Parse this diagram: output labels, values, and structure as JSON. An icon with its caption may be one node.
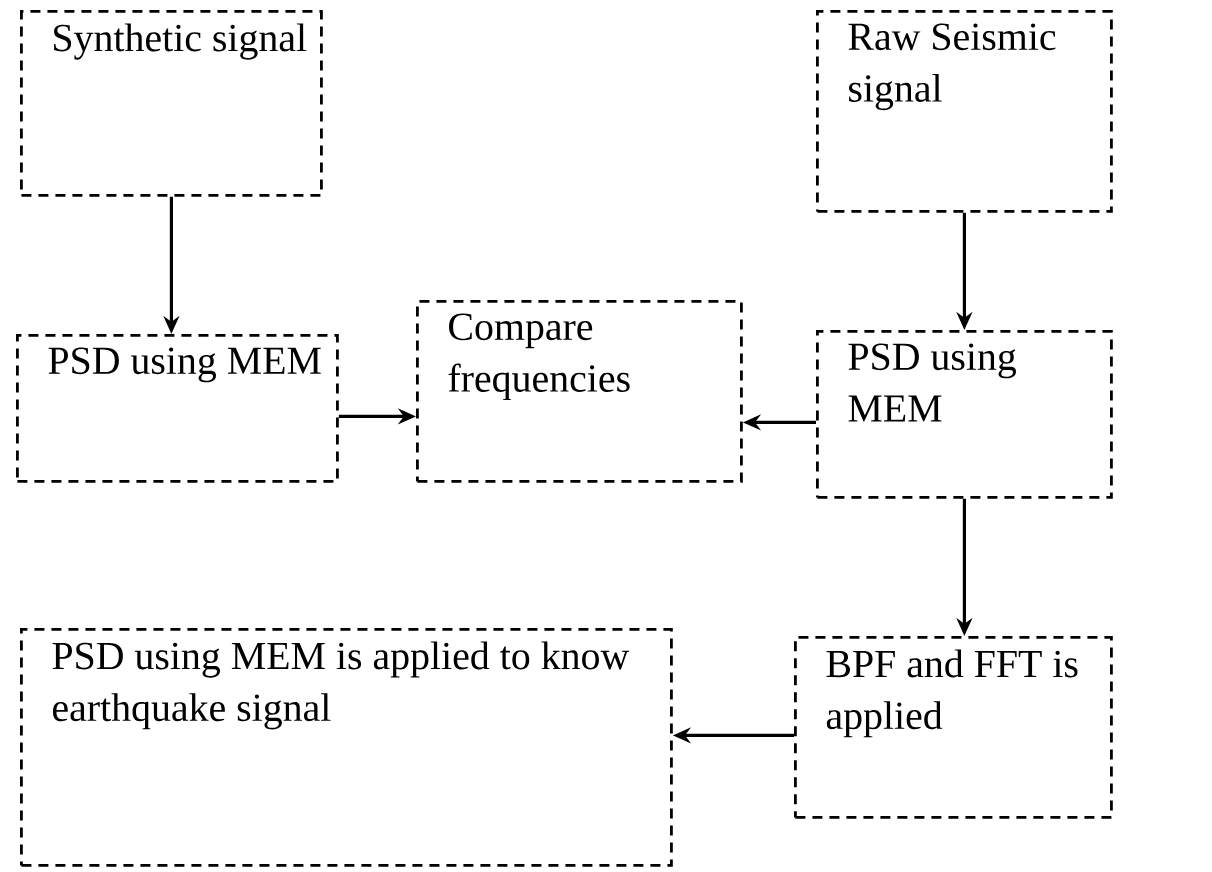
{
  "diagram": {
    "nodes": [
      {
        "text": [
          "Synthetic signal"
        ]
      },
      {
        "text": [
          "Raw Seismic signal"
        ]
      },
      {
        "text": [
          "PSD using MEM"
        ]
      },
      {
        "text": [
          "Compare frequencies"
        ]
      },
      {
        "text": [
          "PSD using MEM"
        ]
      },
      {
        "text": [
          "BPF and FFT is applied"
        ]
      },
      {
        "text": [
          "PSD using MEM is applied to know earthquake signal"
        ]
      }
    ],
    "edges": [
      {
        "from": 0,
        "to": 2,
        "arrow": "to"
      },
      {
        "from": 1,
        "to": 4,
        "arrow": "to"
      },
      {
        "from": 2,
        "to": 3,
        "arrow": "to"
      },
      {
        "from": 4,
        "to": 3,
        "arrow": "to"
      },
      {
        "from": 4,
        "to": 5,
        "arrow": "to"
      },
      {
        "from": 5,
        "to": 6,
        "arrow": "to"
      }
    ]
  }
}
